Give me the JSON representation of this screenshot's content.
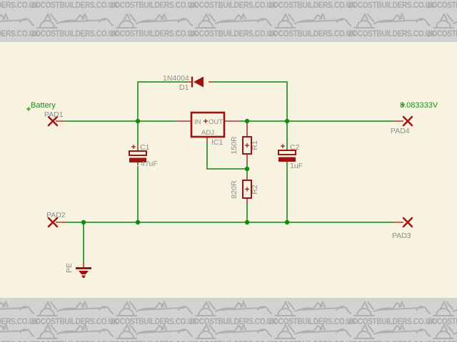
{
  "banner": {
    "text": "LOCOSTBUILDERS.CO.UK",
    "logo_icon": "kit-car-sketch"
  },
  "schematic": {
    "labels": {
      "battery": "Battery",
      "voltage": "8.083333V",
      "earth": "PE"
    },
    "pads": {
      "pad1": "PAD1",
      "pad2": "PAD2",
      "pad3": "PAD3",
      "pad4": "PAD4"
    },
    "components": {
      "d1": {
        "name": "D1",
        "value": "1N4004"
      },
      "ic1": {
        "name": "IC1",
        "pin_in": "IN",
        "pin_out": "OUT",
        "pin_adj": "ADJ"
      },
      "r1": {
        "name": "R1",
        "value": "150R"
      },
      "r2": {
        "name": "R2",
        "value": "820R"
      },
      "c1": {
        "name": "C1",
        "value": "47uF"
      },
      "c2": {
        "name": "C2",
        "value": "1uF"
      }
    },
    "colors": {
      "wire_green": "#2e962e",
      "component_red": "#9b1313",
      "label_gray": "#8d8d8d",
      "canvas_cream": "#f8f2e0",
      "band_gray": "#d2d2d2",
      "watermark_gray": "#a9a9a9"
    }
  }
}
